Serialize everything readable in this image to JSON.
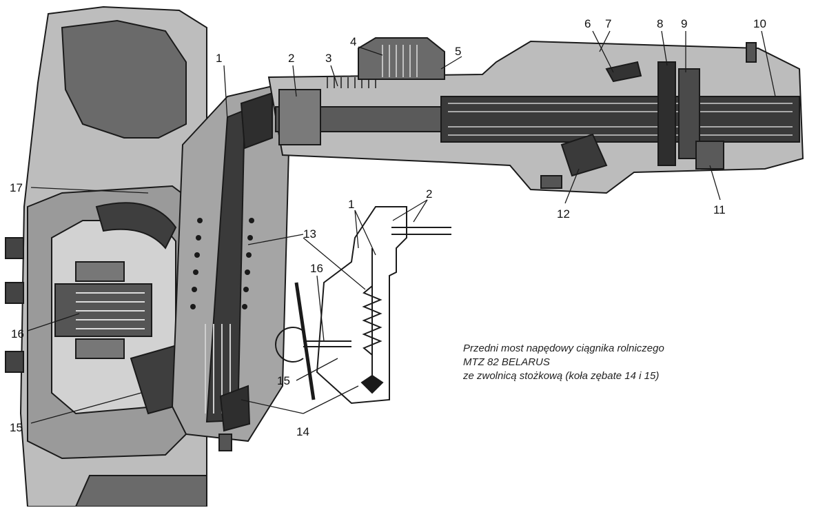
{
  "caption": {
    "line1": "Przedni most napędowy ciągnika rolniczego",
    "line2": "MTZ 82 BELARUS",
    "line3": "ze zwolnicą stożkową (koła zębate 14 i 15)"
  },
  "callouts": {
    "c1": "1",
    "c2": "2",
    "c3": "3",
    "c4": "4",
    "c5": "5",
    "c6": "6",
    "c7": "7",
    "c8": "8",
    "c9": "9",
    "c10": "10",
    "c11": "11",
    "c12": "12",
    "c13": "13",
    "c14": "14",
    "c15": "15",
    "c16": "16",
    "c17": "17",
    "s1": "1",
    "s2": "2",
    "s16": "16",
    "s15": "15"
  },
  "colors": {
    "ink": "#1a1a1a",
    "dark_fill": "#4a4a4a",
    "mid_fill": "#8c8c8c",
    "light_fill": "#c9c9c9",
    "paper": "#ffffff"
  }
}
